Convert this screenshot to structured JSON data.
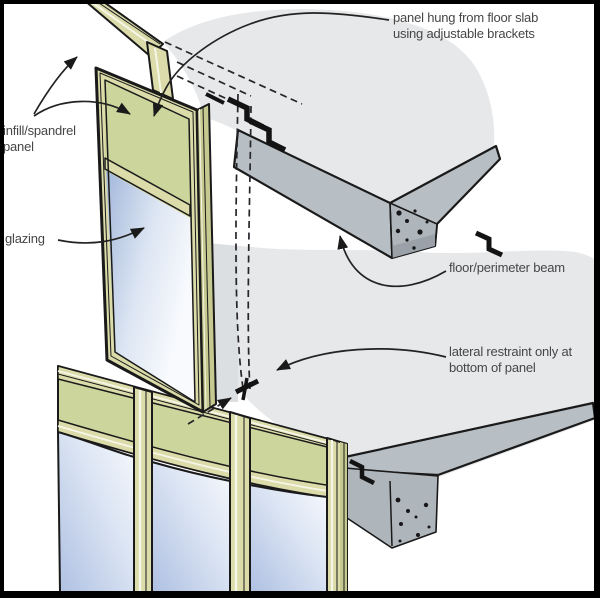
{
  "figure": {
    "type": "architectural-detail-diagram",
    "subject": "infill/spandrel cladding panel fixed to floor slabs"
  },
  "labels": {
    "panel_hung": {
      "line1": "panel hung from floor slab",
      "line2": "using adjustable brackets"
    },
    "infill_panel": {
      "line1": "infill/spandrel",
      "line2": "panel"
    },
    "glazing": {
      "text": "glazing"
    },
    "floor_beam": {
      "text": "floor/perimeter beam"
    },
    "lateral_restraint": {
      "line1": "lateral restraint only at",
      "line2": "bottom of panel"
    }
  },
  "colors": {
    "background": "#ffffff",
    "frame_border": "#000000",
    "slab": "#e7e8ea",
    "beam": "#b8bfc4",
    "beam_shade": "#aeb5bb",
    "spandrel": "#cbd59c",
    "frame": "#dbdcaa",
    "frame_highlight": "#f6f6e8",
    "outline": "#1a1a1a",
    "text": "#464646",
    "leader": "#222222",
    "glass_dark": "#a3b8db",
    "glass_light": "#f8fafd"
  }
}
